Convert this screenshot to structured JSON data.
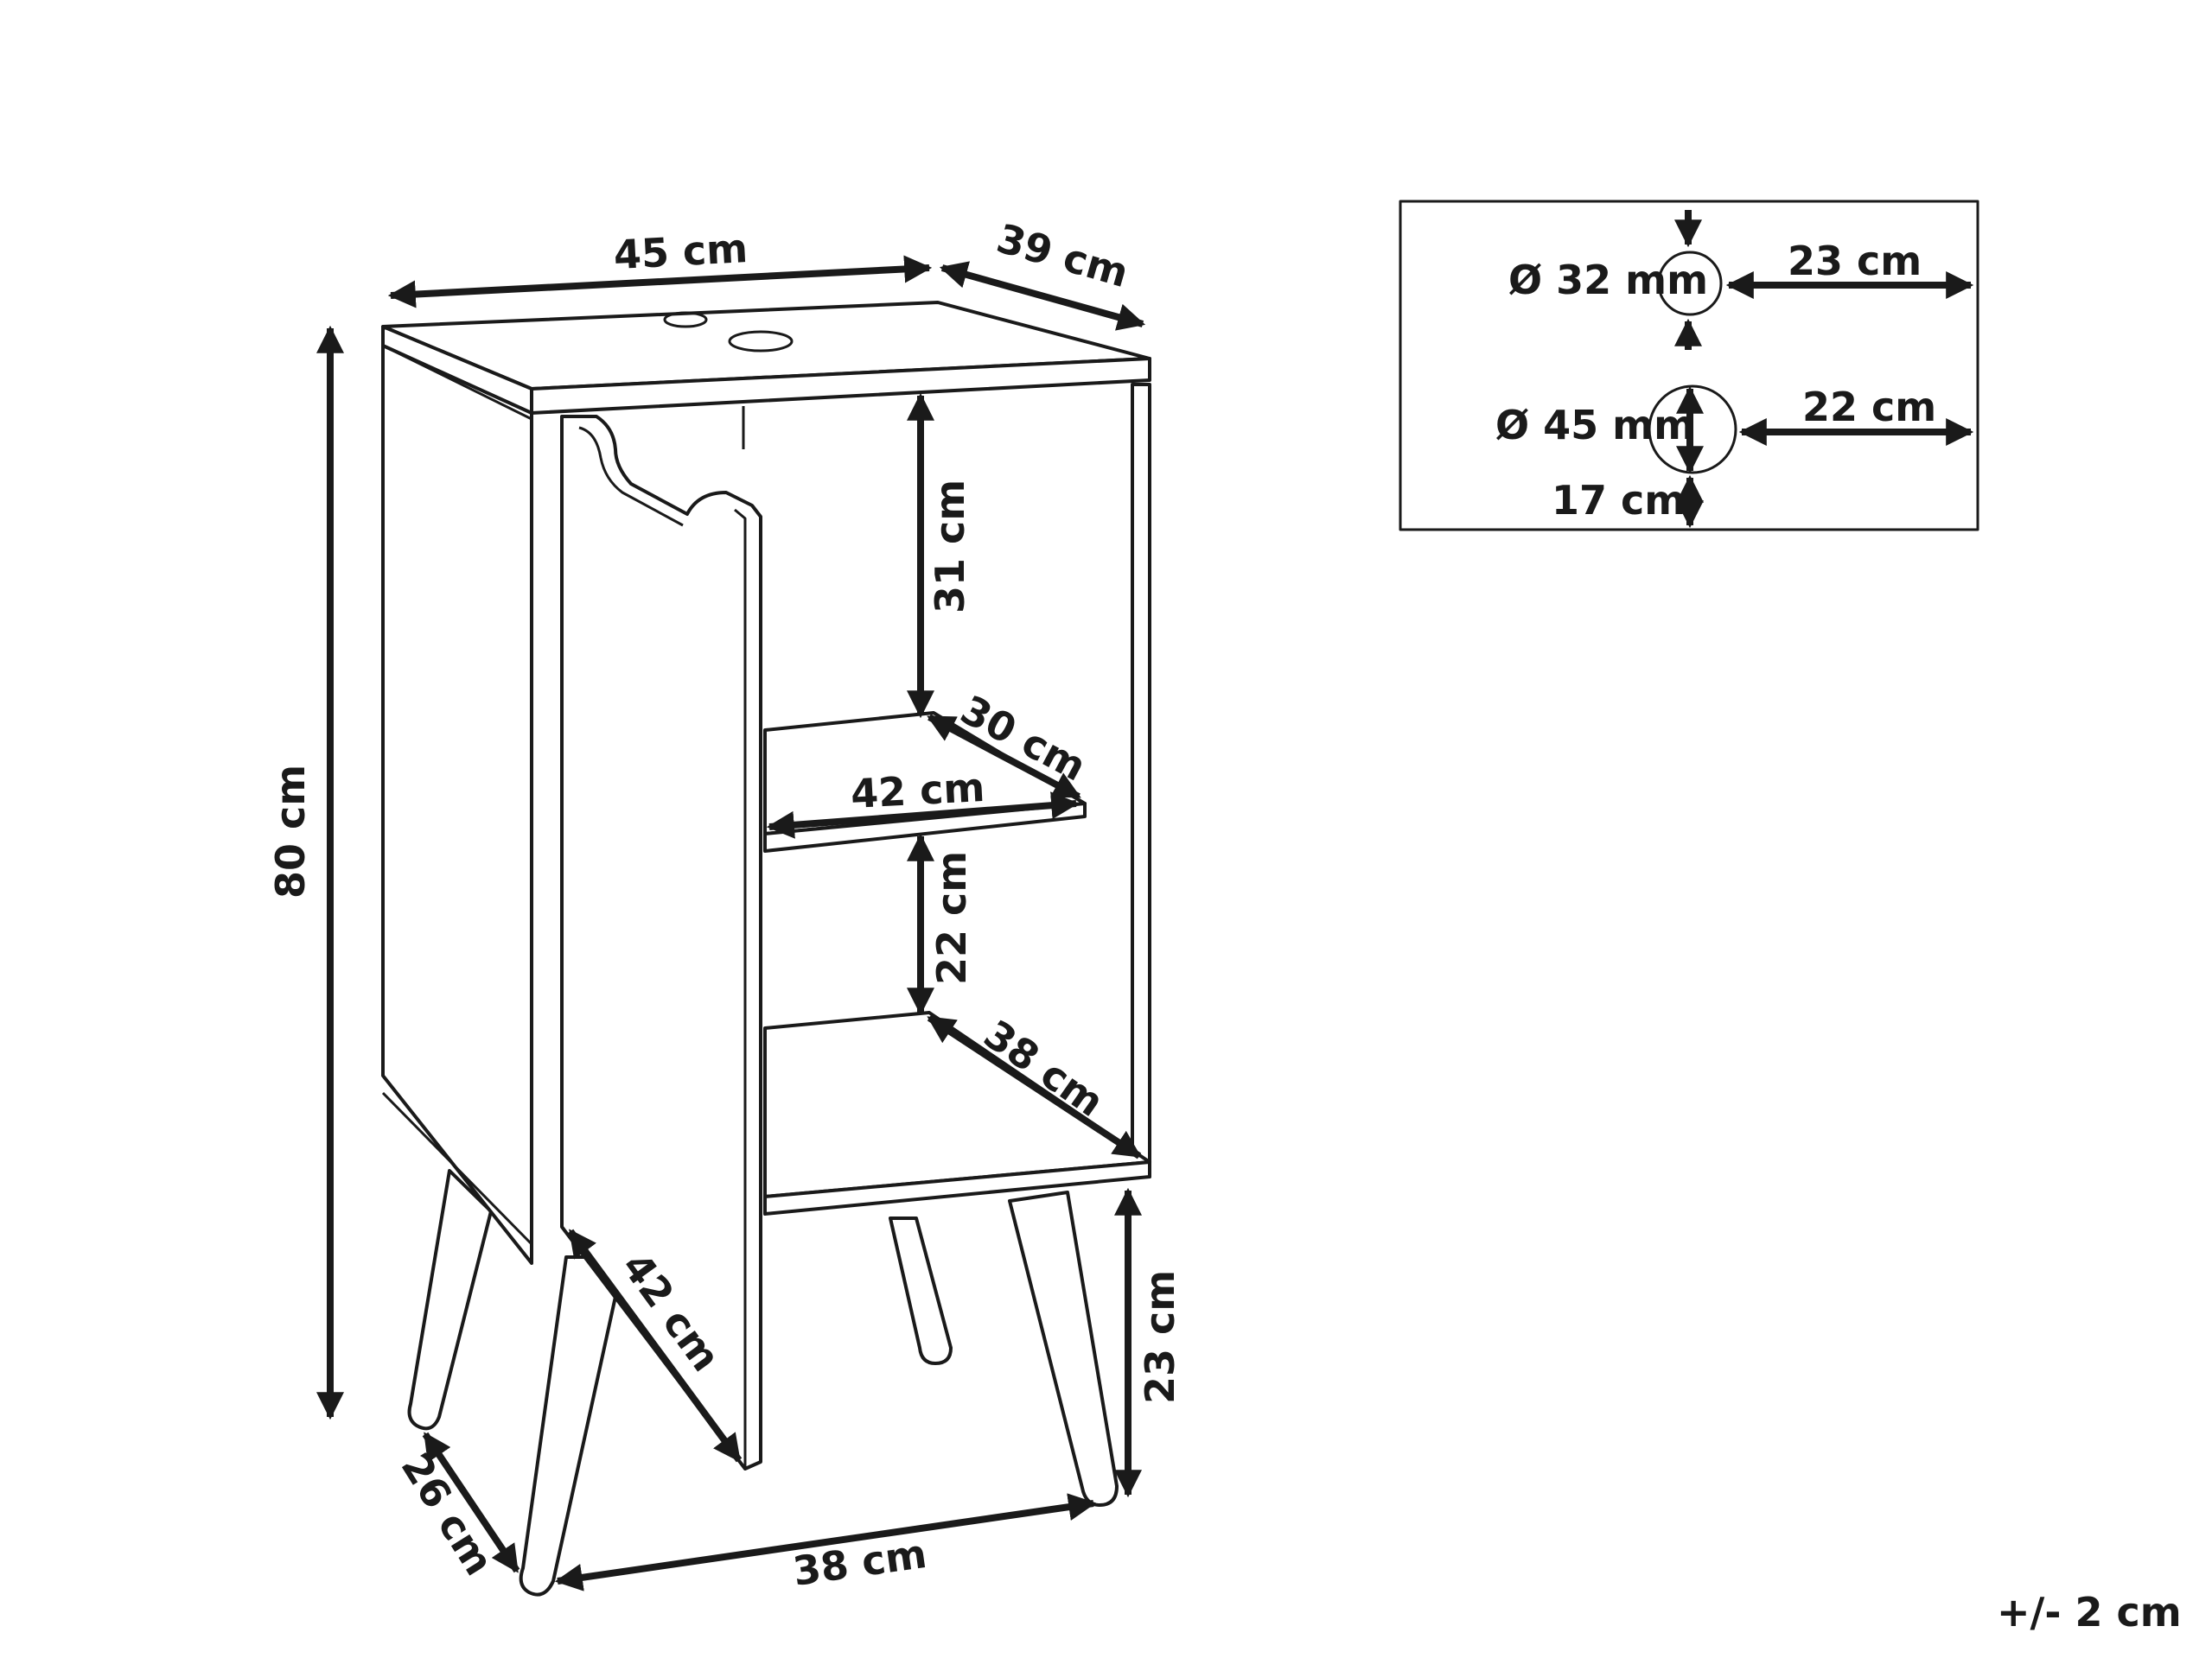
{
  "dimensions": {
    "top_width": "45 cm",
    "top_depth": "39 cm",
    "total_height": "80 cm",
    "upper_compartment_height": "31 cm",
    "shelf_depth": "30 cm",
    "shelf_width": "42 cm",
    "lower_compartment_height": "22 cm",
    "bottom_depth": "38 cm",
    "door_width": "42 cm",
    "leg_height": "23 cm",
    "leg_span_depth": "26 cm",
    "leg_span_width": "38 cm"
  },
  "holes_detail": {
    "small_hole_diameter": "Ø 32 mm",
    "small_hole_offset": "23 cm",
    "large_hole_diameter": "Ø 45 mm",
    "large_hole_offset": "22 cm",
    "large_hole_edge_distance": "17 cm"
  },
  "tolerance": "+/- 2 cm"
}
